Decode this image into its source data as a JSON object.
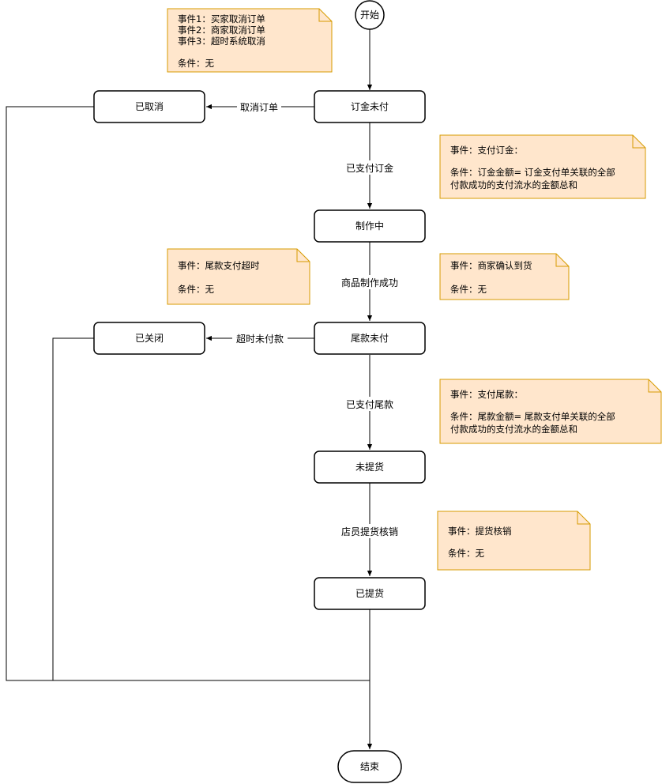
{
  "nodes": {
    "start": "开始",
    "end": "结束",
    "unpaid_deposit": "订金未付",
    "cancelled": "已取消",
    "in_production": "制作中",
    "unpaid_balance": "尾款未付",
    "closed": "已关闭",
    "not_picked_up": "未提货",
    "picked_up": "已提货"
  },
  "edges": {
    "cancel_order": "取消订单",
    "deposit_paid": "已支付订金",
    "production_done": "商品制作成功",
    "timeout_unpaid": "超时未付款",
    "balance_paid": "已支付尾款",
    "clerk_verify": "店员提货核销"
  },
  "notes": {
    "cancel_events": [
      "事件1：买家取消订单",
      "事件2：商家取消订单",
      "事件3：超时系统取消",
      "",
      "条件：无"
    ],
    "pay_deposit": [
      "事件：支付订金：",
      "",
      "条件：订金金额= 订金支付单关联的全部",
      "付款成功的支付流水的金额总和"
    ],
    "balance_timeout": [
      "事件：尾款支付超时",
      "",
      "条件：无"
    ],
    "merchant_confirm": [
      "事件：商家确认到货",
      "",
      "条件：无"
    ],
    "pay_balance": [
      "事件：支付尾款：",
      "",
      "条件：尾款金额= 尾款支付单关联的全部",
      "付款成功的支付流水的金额总和"
    ],
    "pickup_verify": [
      "事件：提货核销",
      "",
      "条件：无"
    ]
  },
  "colors": {
    "note_fill": "#ffe6cc",
    "note_stroke": "#d79b00",
    "line": "#000000"
  }
}
